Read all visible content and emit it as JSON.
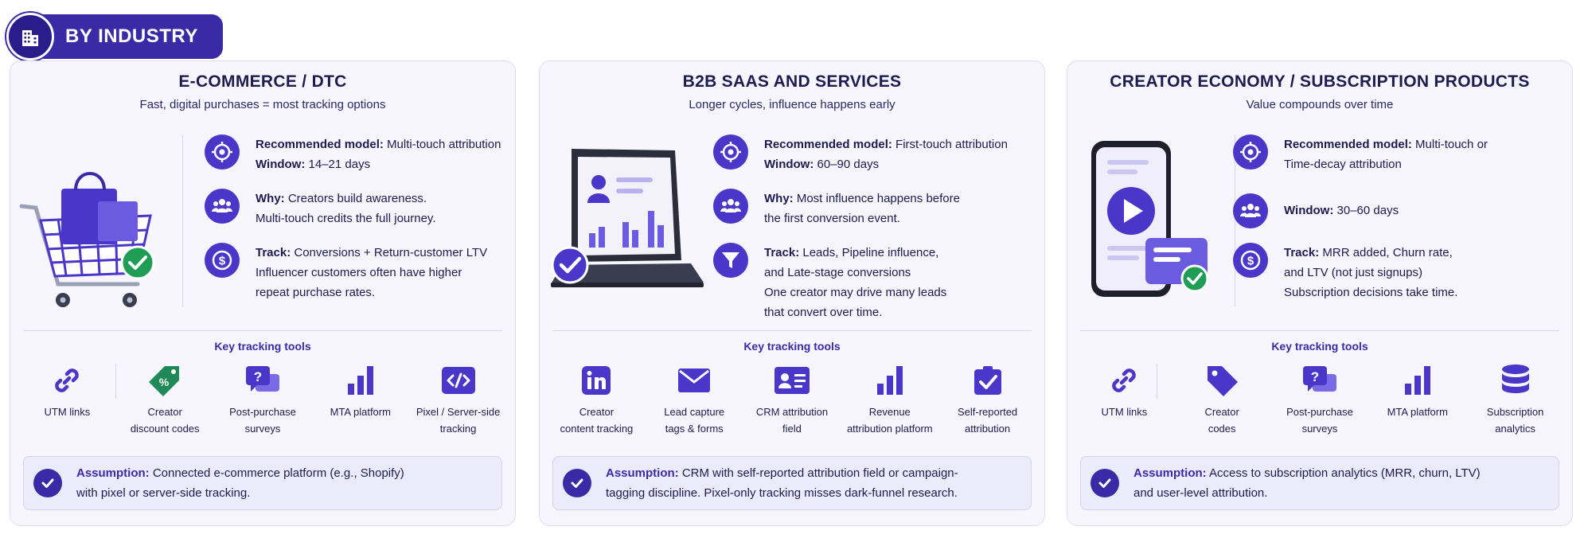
{
  "header": {
    "label": "BY INDUSTRY",
    "icon": "building-icon"
  },
  "colors": {
    "primary": "#3b2aa6",
    "icon_bg": "#4a36c8",
    "card_bg": "#f7f6fe",
    "success": "#1f9d55"
  },
  "cards": [
    {
      "title": "E-COMMERCE / DTC",
      "subtitle": "Fast, digital purchases = most tracking options",
      "illustration": "shopping-cart-illustration",
      "rows": [
        {
          "icon": "target-icon",
          "lines": [
            {
              "label": "Recommended model:",
              "text": " Multi-touch attribution"
            },
            {
              "label": "Window:",
              "text": " 14–21 days"
            }
          ]
        },
        {
          "icon": "people-icon",
          "lines": [
            {
              "label": "Why:",
              "text": " Creators build awareness."
            },
            {
              "label": "",
              "text": "Multi-touch credits the full journey."
            }
          ]
        },
        {
          "icon": "dollar-icon",
          "lines": [
            {
              "label": "Track:",
              "text": " Conversions + Return-customer LTV"
            },
            {
              "label": "",
              "text": "Influencer customers often have higher"
            },
            {
              "label": "",
              "text": "repeat purchase rates."
            }
          ]
        }
      ],
      "tools_title": "Key tracking tools",
      "tools": [
        {
          "icon": "link-icon",
          "lines": [
            "UTM links"
          ]
        },
        {
          "icon": "discount-tag-icon",
          "lines": [
            "Creator",
            "discount codes"
          ]
        },
        {
          "icon": "survey-chat-icon",
          "lines": [
            "Post-purchase",
            "surveys"
          ]
        },
        {
          "icon": "bar-chart-icon",
          "lines": [
            "MTA platform"
          ]
        },
        {
          "icon": "code-icon",
          "lines": [
            "Pixel / Server-side",
            "tracking"
          ]
        }
      ],
      "assumption_label": "Assumption:",
      "assumption_lines": [
        " Connected e-commerce platform (e.g., Shopify)",
        "with pixel or server-side tracking."
      ]
    },
    {
      "title": "B2B SAAS AND SERVICES",
      "subtitle": "Longer cycles, influence happens early",
      "illustration": "laptop-dashboard-illustration",
      "rows": [
        {
          "icon": "target-icon",
          "lines": [
            {
              "label": "Recommended model:",
              "text": " First-touch attribution"
            },
            {
              "label": "Window:",
              "text": " 60–90 days"
            }
          ]
        },
        {
          "icon": "people-icon",
          "lines": [
            {
              "label": "Why:",
              "text": " Most influence happens before"
            },
            {
              "label": "",
              "text": "the first conversion event."
            }
          ]
        },
        {
          "icon": "funnel-icon",
          "lines": [
            {
              "label": "Track:",
              "text": " Leads, Pipeline influence,"
            },
            {
              "label": "",
              "text": "and Late-stage conversions"
            },
            {
              "label": "",
              "text": "One creator may drive many leads"
            },
            {
              "label": "",
              "text": "that convert over time."
            }
          ]
        }
      ],
      "tools_title": "Key tracking tools",
      "tools": [
        {
          "icon": "linkedin-icon",
          "lines": [
            "Creator",
            "content tracking"
          ]
        },
        {
          "icon": "mail-icon",
          "lines": [
            "Lead capture",
            "tags & forms"
          ]
        },
        {
          "icon": "contact-card-icon",
          "lines": [
            "CRM attribution",
            "field"
          ]
        },
        {
          "icon": "bar-chart-icon",
          "lines": [
            "Revenue",
            "attribution platform"
          ]
        },
        {
          "icon": "checkbox-icon",
          "lines": [
            "Self-reported",
            "attribution"
          ]
        }
      ],
      "assumption_label": "Assumption:",
      "assumption_lines": [
        " CRM with self-reported attribution field or campaign-",
        "tagging discipline. Pixel-only tracking misses dark-funnel research."
      ]
    },
    {
      "title": "CREATOR ECONOMY / SUBSCRIPTION PRODUCTS",
      "subtitle": "Value compounds over time",
      "illustration": "phone-video-illustration",
      "rows": [
        {
          "icon": "target-icon",
          "lines": [
            {
              "label": "Recommended model:",
              "text": " Multi-touch or"
            },
            {
              "label": "",
              "text": "Time-decay attribution"
            }
          ]
        },
        {
          "icon": "people-icon",
          "lines": [
            {
              "label": "Window:",
              "text": " 30–60 days"
            }
          ]
        },
        {
          "icon": "dollar-icon",
          "lines": [
            {
              "label": "Track:",
              "text": " MRR added, Churn rate,"
            },
            {
              "label": "",
              "text": "and LTV (not just signups)"
            },
            {
              "label": "",
              "text": "Subscription decisions take time."
            }
          ]
        }
      ],
      "tools_title": "Key tracking tools",
      "tools": [
        {
          "icon": "link-icon",
          "lines": [
            "UTM links"
          ]
        },
        {
          "icon": "tag-icon",
          "lines": [
            "Creator",
            "codes"
          ]
        },
        {
          "icon": "survey-chat-icon",
          "lines": [
            "Post-purchase",
            "surveys"
          ]
        },
        {
          "icon": "bar-chart-icon",
          "lines": [
            "MTA platform"
          ]
        },
        {
          "icon": "database-icon",
          "lines": [
            "Subscription",
            "analytics"
          ]
        }
      ],
      "assumption_label": "Assumption:",
      "assumption_lines": [
        " Access to subscription analytics (MRR, churn, LTV)",
        "and user-level attribution."
      ]
    }
  ]
}
